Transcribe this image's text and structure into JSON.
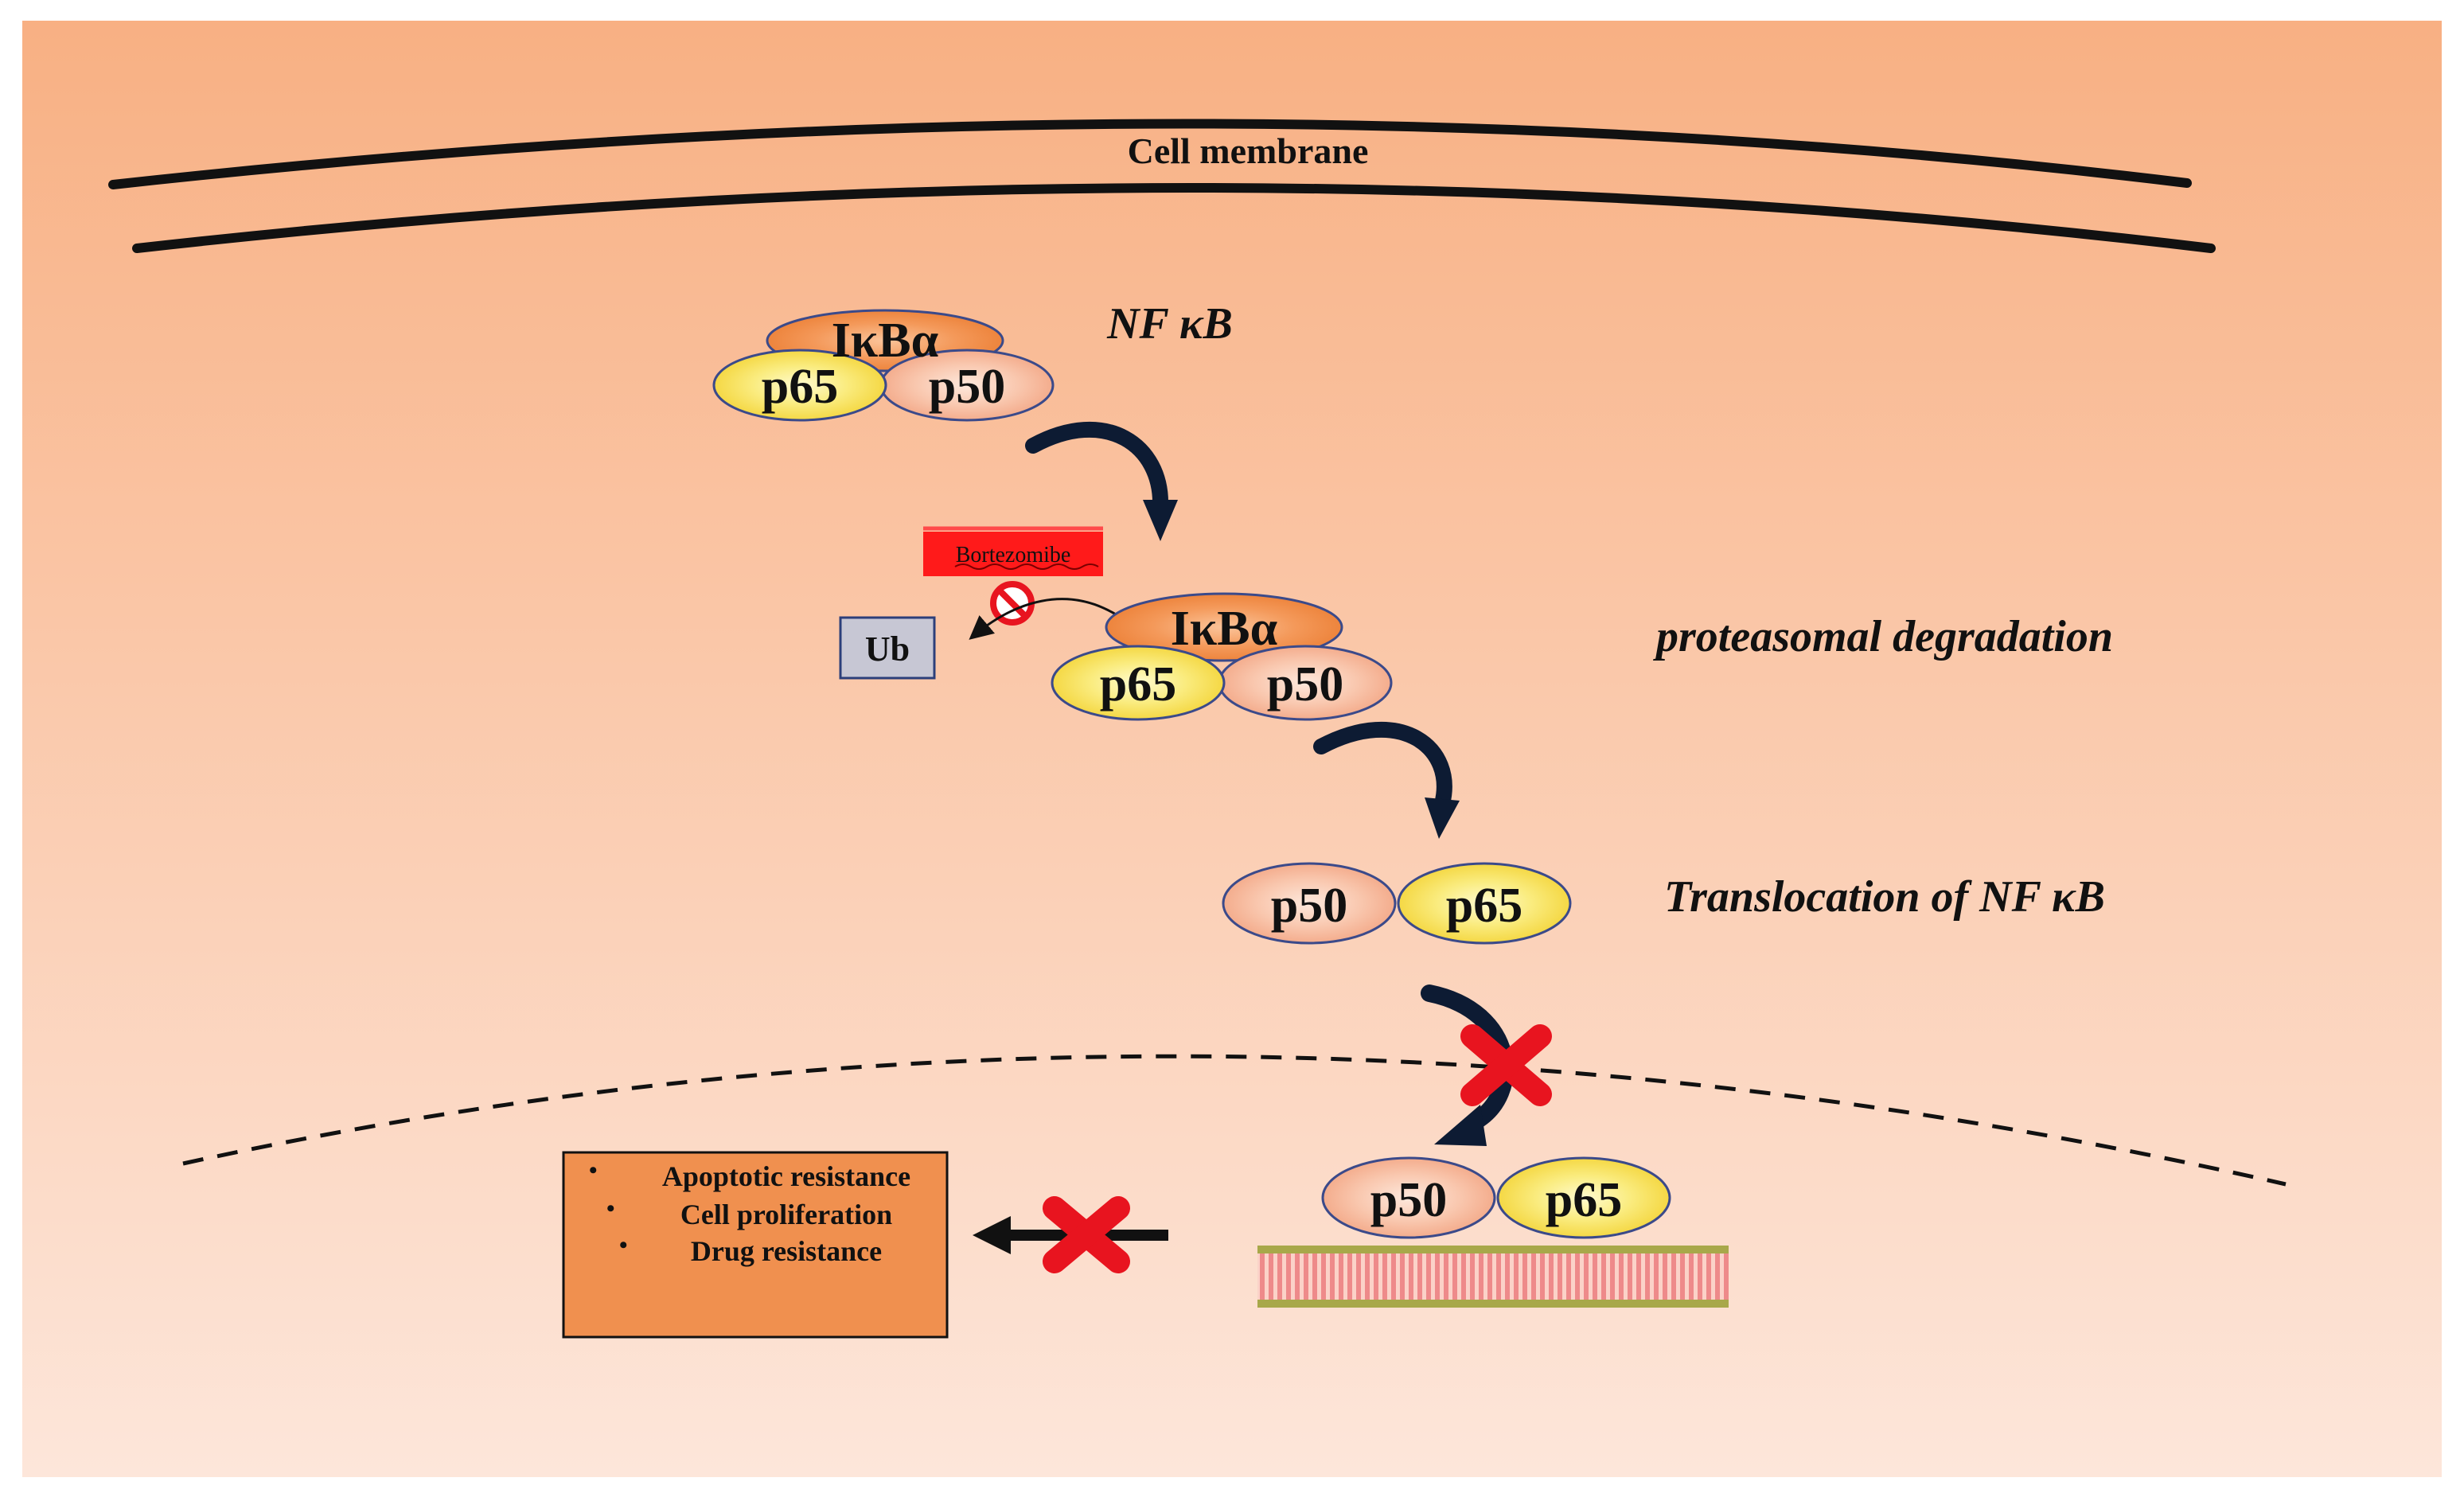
{
  "labels": {
    "cell_membrane": "Cell membrane",
    "nfkb": "NF κB",
    "proteasomal": "proteasomal degradation",
    "translocation": "Translocation of NF κB",
    "bortezomib": "Bortezomibe",
    "ub": "Ub"
  },
  "complex_top": {
    "ikba": "IκBα",
    "p65": "p65",
    "p50": "p50"
  },
  "complex_mid": {
    "ikba": "IκBα",
    "p65": "p65",
    "p50": "p50"
  },
  "dimer_translocation": {
    "p50": "p50",
    "p65": "p65"
  },
  "dimer_nucleus": {
    "p50": "p50",
    "p65": "p65"
  },
  "outcomes": [
    "Apoptotic resistance",
    "Cell proliferation",
    "Drug resistance"
  ],
  "colors": {
    "background_top": "#f8b083",
    "background_bottom": "#fde6da",
    "ikba": "#f08a43",
    "p65": "#f7e36a",
    "p50": "#f6b89a",
    "bortezomib": "#ff1a1a",
    "block_x": "#e8141f",
    "outcome_box": "#f0904f",
    "dna_rungs": "#f39a9a",
    "dna_strand": "#a8a84a",
    "ub_box": "#c7c7d4"
  }
}
